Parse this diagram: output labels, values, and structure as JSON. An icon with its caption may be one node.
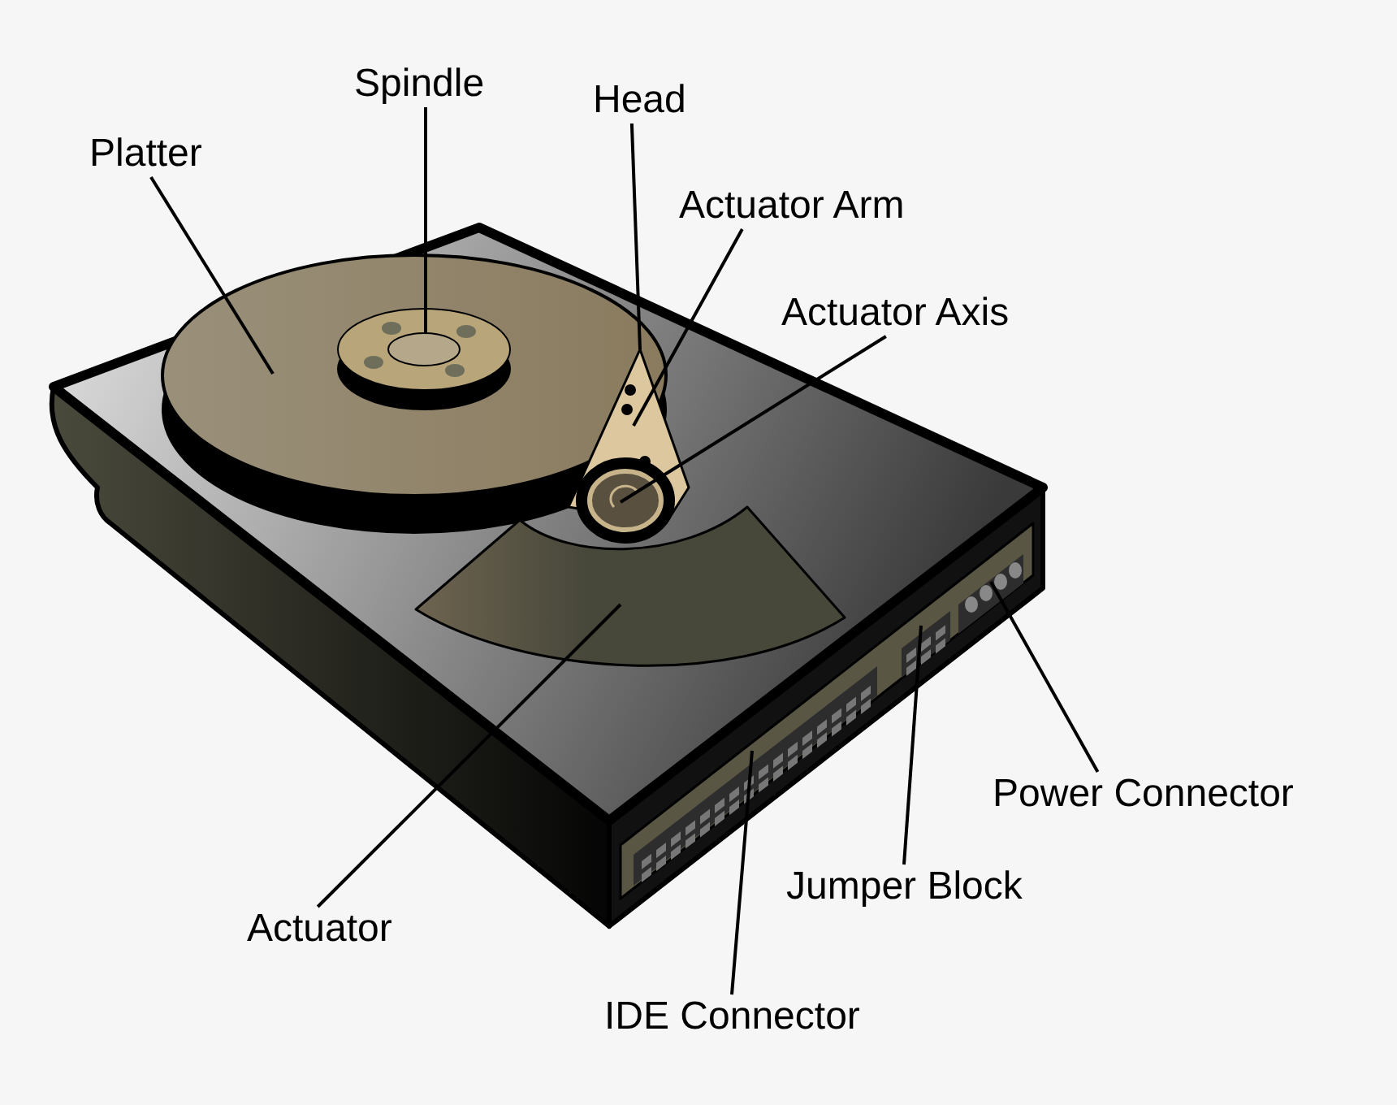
{
  "diagram": {
    "nodes": [
      {
        "text": [
          "Spindle"
        ]
      },
      {
        "text": [
          "Head"
        ]
      },
      {
        "text": [
          "Platter"
        ]
      },
      {
        "text": [
          "Actuator Arm"
        ]
      },
      {
        "text": [
          "Actuator Axis"
        ]
      },
      {
        "text": [
          "Power Connector"
        ]
      },
      {
        "text": [
          "Jumper Block"
        ]
      },
      {
        "text": [
          "Actuator"
        ]
      },
      {
        "text": [
          "IDE Connector"
        ]
      }
    ],
    "edges": [
      {
        "from": 0,
        "to": null,
        "arrow": "none"
      },
      {
        "from": 1,
        "to": null,
        "arrow": "none"
      },
      {
        "from": 2,
        "to": null,
        "arrow": "none"
      },
      {
        "from": 3,
        "to": null,
        "arrow": "none"
      },
      {
        "from": 4,
        "to": null,
        "arrow": "none"
      },
      {
        "from": 5,
        "to": null,
        "arrow": "none"
      },
      {
        "from": 6,
        "to": null,
        "arrow": "none"
      },
      {
        "from": 7,
        "to": null,
        "arrow": "none"
      },
      {
        "from": 8,
        "to": null,
        "arrow": "none"
      }
    ]
  }
}
